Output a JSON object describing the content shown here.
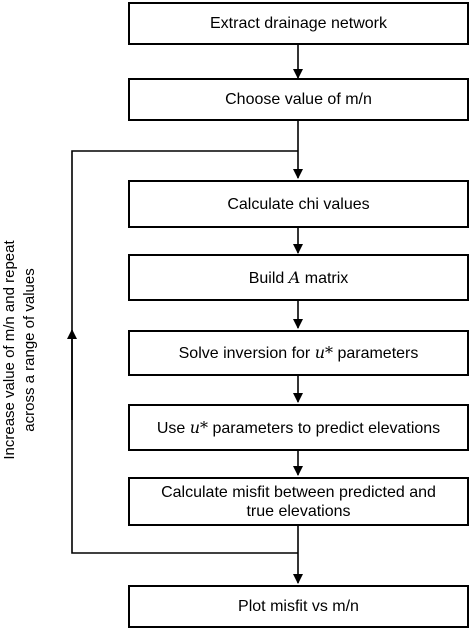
{
  "steps": {
    "extract": "Extract drainage network",
    "choose": "Choose value of m/n",
    "chi": "Calculate chi values",
    "build_pre": "Build ",
    "build_sym": "A",
    "build_post": " matrix",
    "solve_pre": "Solve inversion for ",
    "solve_sym": "u*",
    "solve_post": " parameters",
    "use_pre": "Use ",
    "use_sym": "u*",
    "use_post": " parameters to predict elevations",
    "misfit_line1": "Calculate misfit between predicted and",
    "misfit_line2": "true elevations",
    "plot": "Plot misfit vs m/n"
  },
  "loop_label": {
    "line1": "Increase value of m/n and repeat",
    "line2": "across a range of values"
  }
}
